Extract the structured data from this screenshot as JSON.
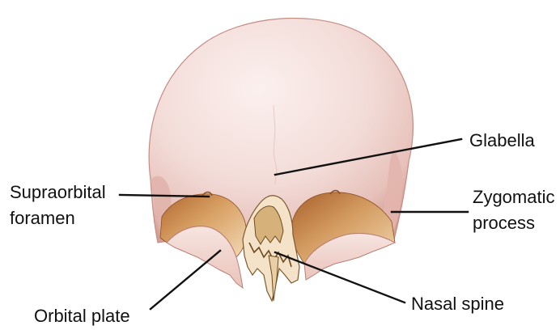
{
  "labels": {
    "glabella": "Glabella",
    "supraorbital_line1": "Supraorbital",
    "supraorbital_line2": "foramen",
    "zygomatic_line1": "Zygomatic",
    "zygomatic_line2": "process",
    "orbital_plate": "Orbital plate",
    "nasal_spine": "Nasal spine"
  },
  "colors": {
    "bone_light": "#f8e8e6",
    "bone_mid": "#ecc9c2",
    "bone_shadow": "#c9897c",
    "orbit_dark": "#b56f3a",
    "orbit_light": "#e8bb86",
    "line": "#111111"
  }
}
